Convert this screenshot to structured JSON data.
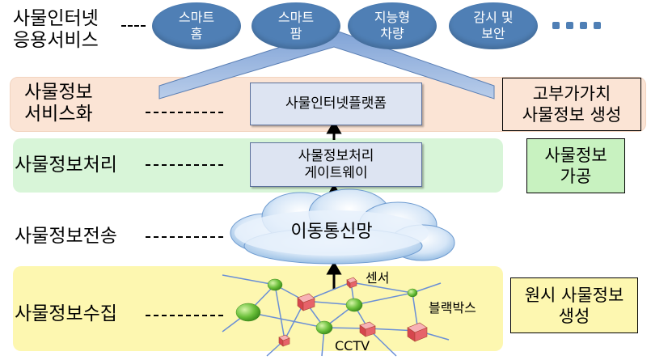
{
  "services": {
    "label_line1": "사물인터넷",
    "label_line2": "응용서비스",
    "items": [
      {
        "line1": "스마트",
        "line2": "홈"
      },
      {
        "line1": "스마트",
        "line2": "팜"
      },
      {
        "line1": "지능형",
        "line2": "차량"
      },
      {
        "line1": "감시 및",
        "line2": "보안"
      }
    ]
  },
  "layers": {
    "service": {
      "line1": "사물정보",
      "line2": "서비스화"
    },
    "processing": {
      "label": "사물정보처리"
    },
    "transmission": {
      "label": "사물정보전송"
    },
    "collection": {
      "label": "사물정보수집"
    }
  },
  "platform": {
    "label": "사물인터넷플랫폼"
  },
  "gateway": {
    "line1": "사물정보처리",
    "line2": "게이트웨이"
  },
  "network": {
    "label": "이동통신망"
  },
  "sensor_network": {
    "sensor_label": "센서",
    "blackbox_label": "블랙박스",
    "cctv_label": "CCTV"
  },
  "side_boxes": {
    "high_value": {
      "line1": "고부가가치",
      "line2": "사물정보 생성"
    },
    "processing": {
      "line1": "사물정보",
      "line2": "가공"
    },
    "raw": {
      "line1": "원시 사물정보",
      "line2": "생성"
    }
  },
  "colors": {
    "service_band": "#fbe4d5",
    "processing_band": "#d8f5d8",
    "collection_band": "#fdf7b0",
    "service_ellipse": "#4f7fb5",
    "platform_box": "#dde4f2",
    "side_box_green": "#c8f2c0",
    "side_box_yellow": "#fdf7b0",
    "node_green": "#6abf3a",
    "node_red": "#e6636a",
    "link_blue": "#6a8fd6"
  }
}
